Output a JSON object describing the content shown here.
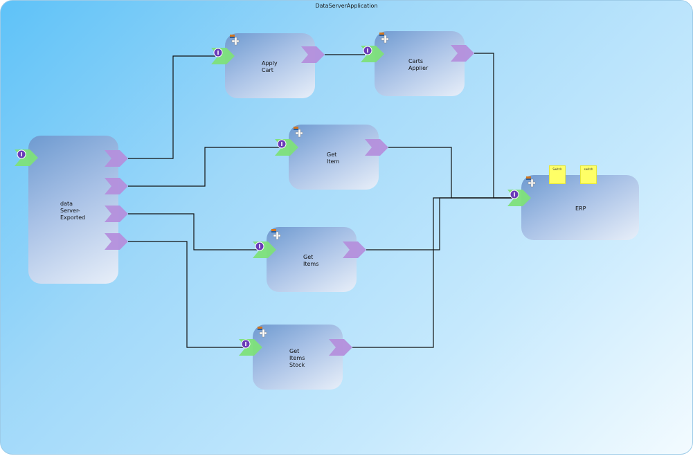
{
  "app_title": "DataServerApplication",
  "nodes": {
    "data_server_exported": {
      "label": "data\nServer-\nExported"
    },
    "apply_cart": {
      "label": "Apply\nCart"
    },
    "carts_applier": {
      "label": "Carts\nApplier"
    },
    "get_item": {
      "label": "Get\nItem"
    },
    "get_items": {
      "label": "Get\nItems"
    },
    "get_items_stock": {
      "label": "Get\nItems\nStock"
    },
    "erp": {
      "label": "ERP"
    }
  },
  "sticky_notes": [
    "Switch",
    "switch"
  ],
  "colors": {
    "wire": "#111111",
    "input_arrow": "#7ee07a",
    "output_arrow": "#b48fdc",
    "interface_badge": "#6a3ab8",
    "sticky": "#ffff66"
  },
  "icons": {
    "input_terminal": "interface-i-icon",
    "output_terminal": "export-arrow-icon",
    "component_tool": "component-tool-icon"
  }
}
